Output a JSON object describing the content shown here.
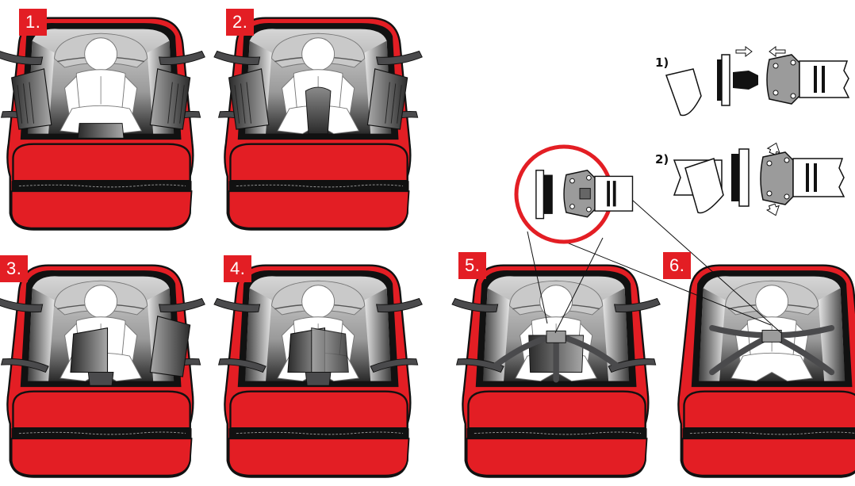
{
  "steps": [
    {
      "label": "1."
    },
    {
      "label": "2."
    },
    {
      "label": "3."
    },
    {
      "label": "4."
    },
    {
      "label": "5."
    },
    {
      "label": "6."
    }
  ],
  "buckle_steps": [
    {
      "label": "1)"
    },
    {
      "label": "2)"
    }
  ],
  "colors": {
    "bag_red": "#e31e24",
    "label_red": "#e31e24",
    "strap_grey": "#4a4a4c",
    "interior_grey": "#bdbdbd",
    "outline": "#111111"
  }
}
